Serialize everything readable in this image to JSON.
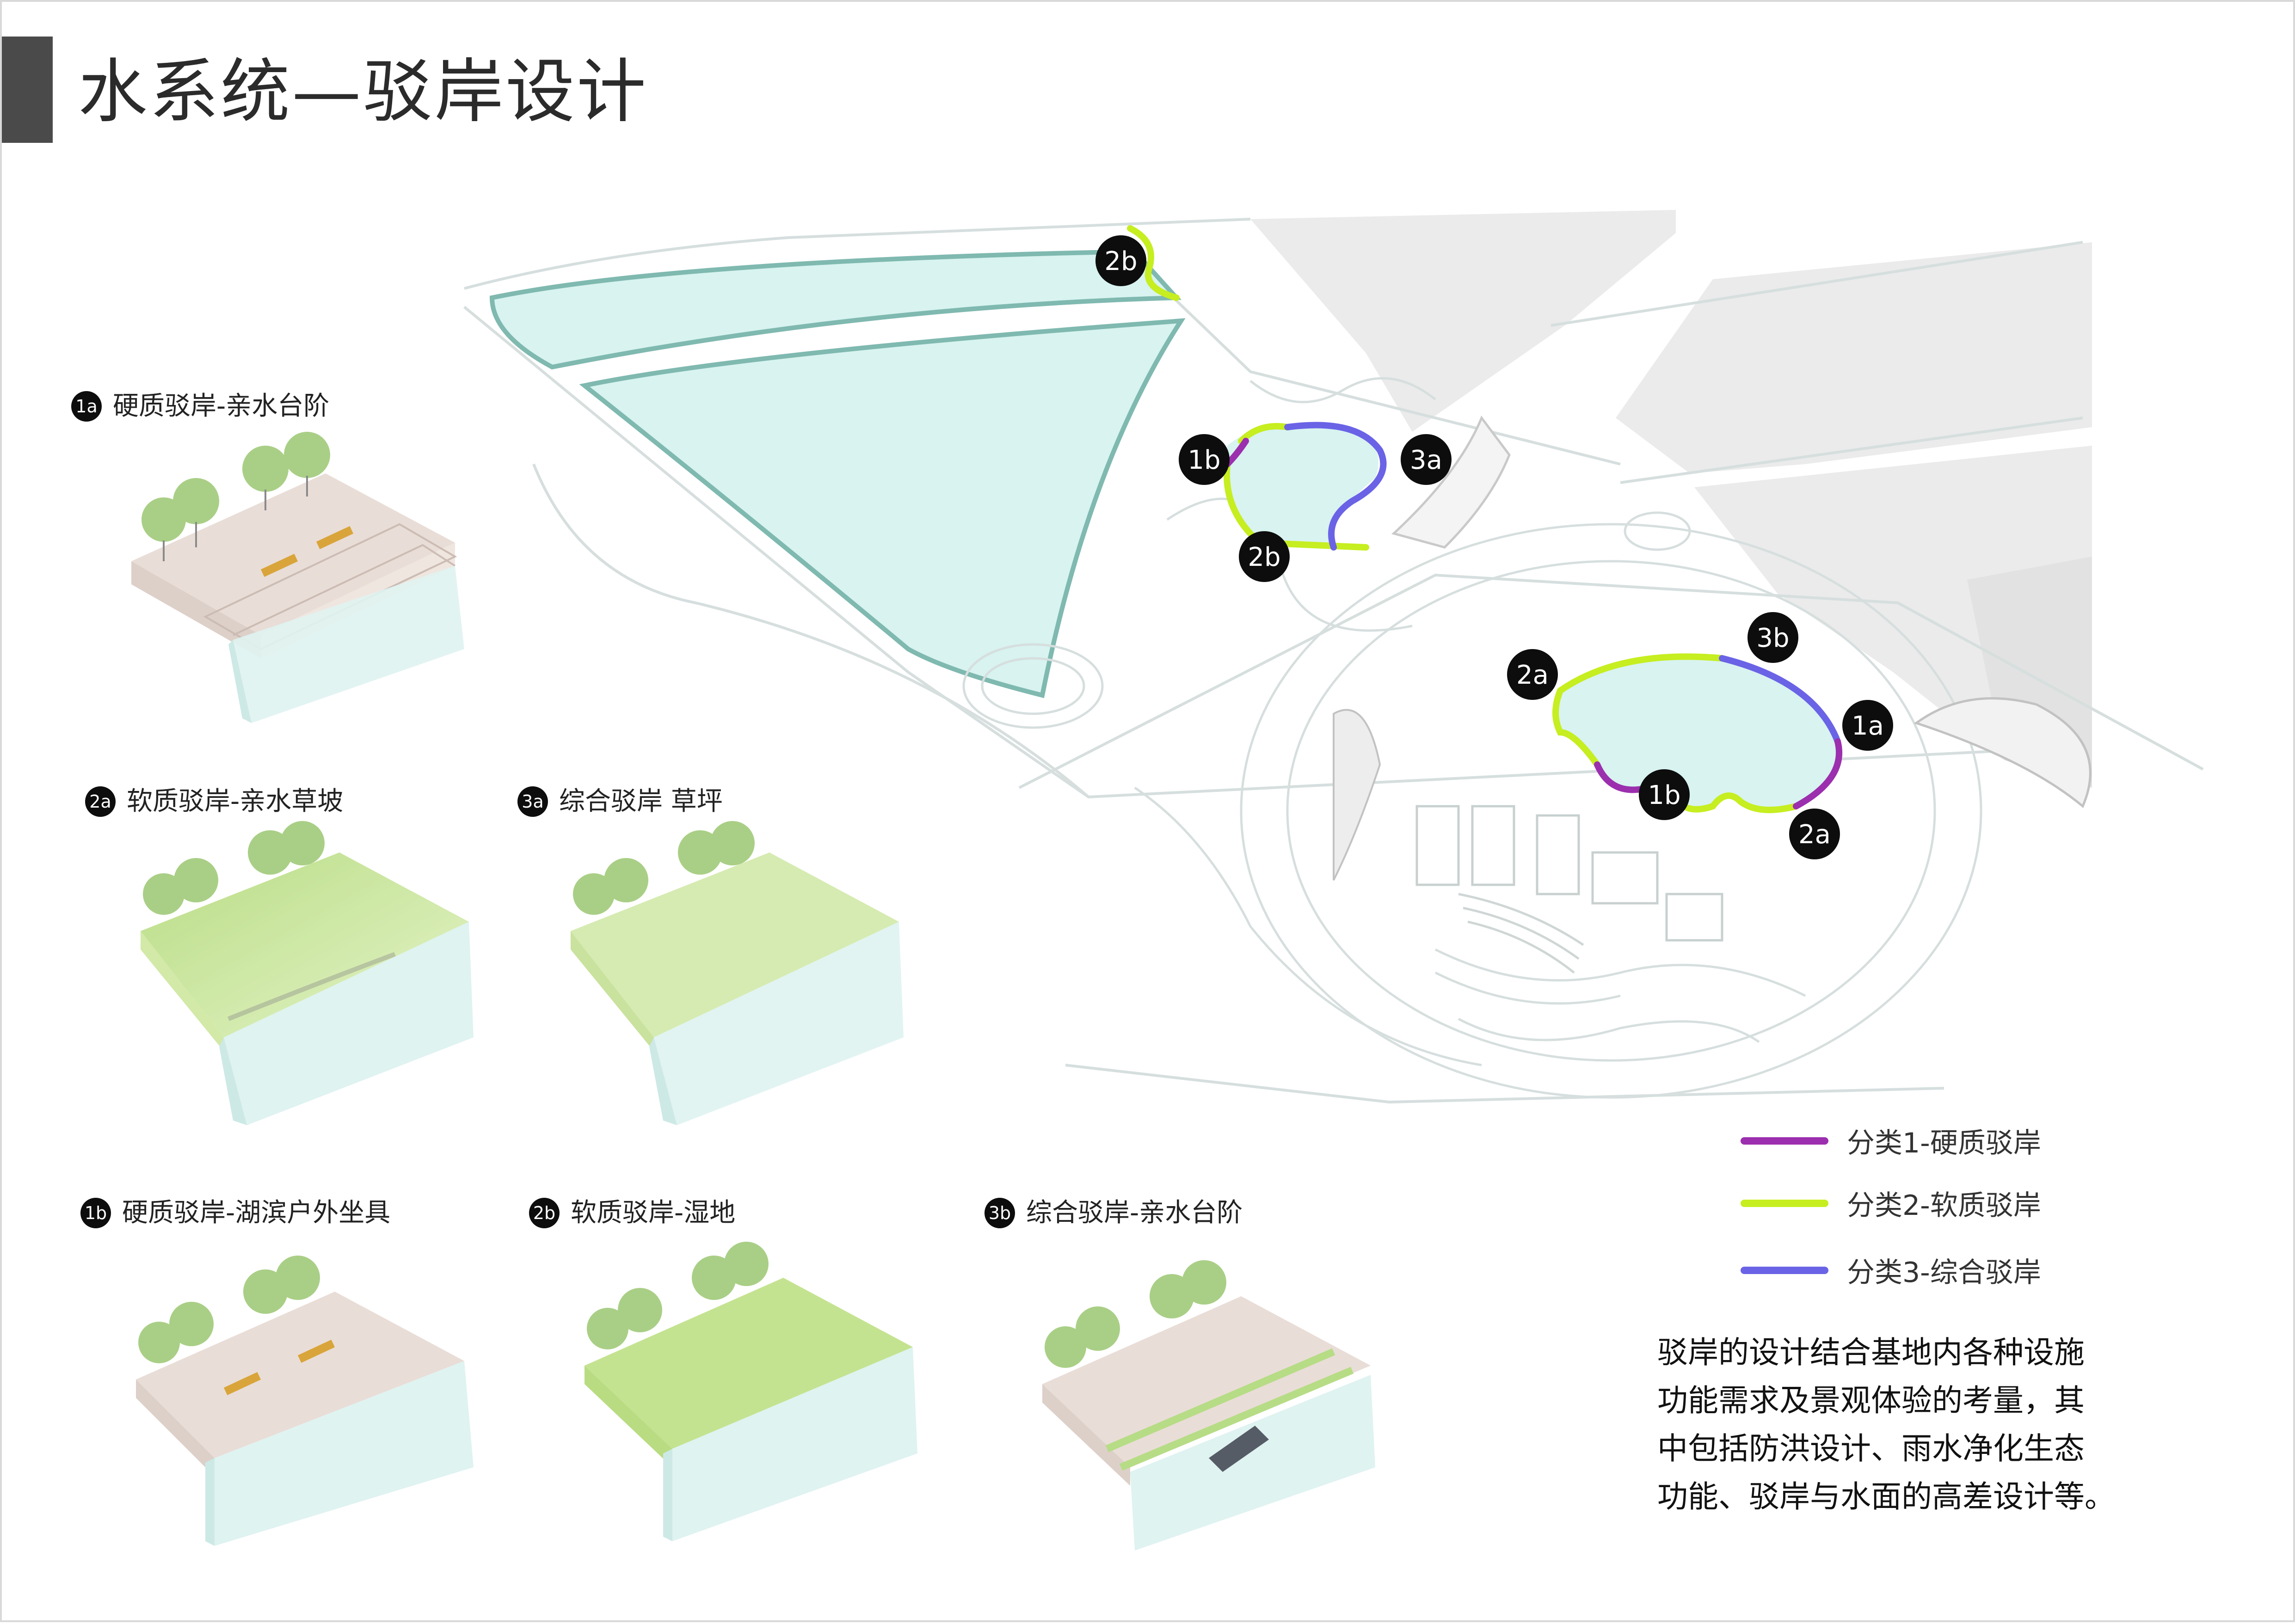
{
  "page": {
    "title": "水系统—驳岸设计"
  },
  "cards": [
    {
      "id": "1a",
      "label": "硬质驳岸-亲水台阶"
    },
    {
      "id": "2a",
      "label": "软质驳岸-亲水草坡"
    },
    {
      "id": "3a",
      "label": "综合驳岸 草坪"
    },
    {
      "id": "1b",
      "label": "硬质驳岸-湖滨户外坐具"
    },
    {
      "id": "2b",
      "label": "软质驳岸-湿地"
    },
    {
      "id": "3b",
      "label": "综合驳岸-亲水台阶"
    }
  ],
  "map": {
    "markers": [
      "2b",
      "1b",
      "3a",
      "2b",
      "3b",
      "2a",
      "1a",
      "1b",
      "2a"
    ]
  },
  "legend": [
    {
      "label": "分类1-硬质驳岸",
      "color": "#9b2fae"
    },
    {
      "label": "分类2-软质驳岸",
      "color": "#c6ee20"
    },
    {
      "label": "分类3-综合驳岸",
      "color": "#6a63e6"
    }
  ],
  "description": [
    "驳岸的设计结合基地内各种设施",
    "功能需求及景观体验的考量，其",
    "中包括防洪设计、雨水净化生态",
    "功能、驳岸与水面的高差设计等。"
  ],
  "colors": {
    "hard": "#9b2fae",
    "soft": "#c6ee20",
    "combined": "#6a63e6",
    "water": "#d8f3f0",
    "water_edge": "#7fb9b0",
    "pavement": "#e9ddd7",
    "grass": "#c7e59a",
    "tree": "#a9cf86",
    "badge": "#0d0d0d"
  }
}
